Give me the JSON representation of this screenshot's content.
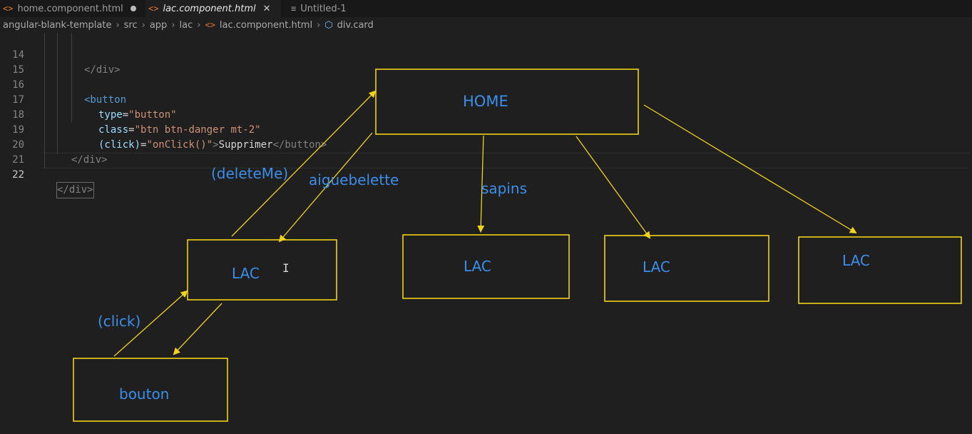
{
  "tabs": [
    {
      "label": "home.component.html",
      "icon": "angle-brackets-icon",
      "modified": true
    },
    {
      "label": "lac.component.html",
      "icon": "angle-brackets-icon",
      "active": true
    },
    {
      "label": "Untitled-1",
      "icon": "file-lines-icon"
    }
  ],
  "breadcrumb": {
    "items": [
      "angular-blank-template",
      "src",
      "app",
      "lac",
      "lac.component.html",
      "div.card"
    ]
  },
  "editor": {
    "line_numbers": [
      "14",
      "15",
      "16",
      "17",
      "18",
      "19",
      "20",
      "21",
      "22"
    ],
    "current_line": "22",
    "lines": {
      "l14_close": "</div>",
      "l16_open": "<button",
      "l17_attr": "type",
      "l17_val": "\"button\"",
      "l18_attr": "class",
      "l18_val": "\"btn btn-danger mt-2\"",
      "l19_attr": "(click)",
      "l19_val": "\"onClick()\"",
      "l19_text": "Supprimer",
      "l19_close": "</button>",
      "l20_close": "</div>",
      "l22_close": "</div>"
    }
  },
  "diagram": {
    "boxes": {
      "home": "HOME",
      "lac_1": "LAC",
      "lac_2": "LAC",
      "lac_3": "LAC",
      "lac_4": "LAC",
      "bouton": "bouton"
    },
    "labels": {
      "deleteme": "(deleteMe)",
      "aiguebelette": "aiguebelette",
      "sapins": "sapins",
      "click": "(click)"
    },
    "colors": {
      "box_stroke": "#f0d31a",
      "label_text": "#3b8eea"
    }
  }
}
